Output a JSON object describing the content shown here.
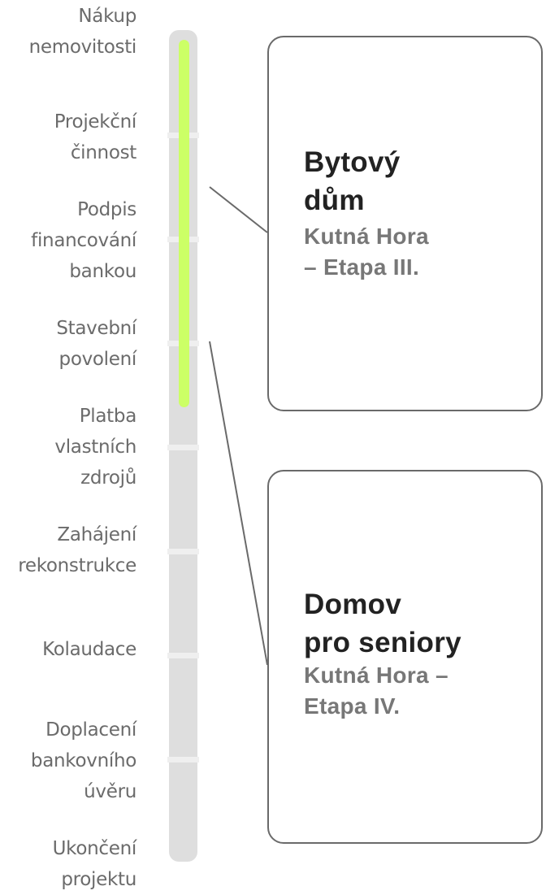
{
  "timeline": {
    "milestones": [
      {
        "label": "Nákup\nnemovitosti"
      },
      {
        "label": "Projekční\nčinnost"
      },
      {
        "label": "Podpis\nfinancování\nbankou"
      },
      {
        "label": "Stavební\npovolení"
      },
      {
        "label": "Platba\nvlastních\nzdrojů"
      },
      {
        "label": "Zahájení\nrekonstrukce"
      },
      {
        "label": "Kolaudace"
      },
      {
        "label": "Doplacení\nbankovního\núvěru"
      },
      {
        "label": "Ukončení\nprojektu"
      }
    ],
    "colors": {
      "track": "#dedede",
      "tick": "#efefef",
      "progress": "#ccff66",
      "label": "#6b6b6b"
    }
  },
  "cards": [
    {
      "title": "Bytový\ndům",
      "subtitle": "Kutná Hora\n– Etapa III."
    },
    {
      "title": "Domov\npro seniory",
      "subtitle": "Kutná Hora –\nEtapa IV."
    }
  ],
  "colors": {
    "card_border": "#6a6a6a",
    "title": "#222222",
    "subtitle": "#777777",
    "connector": "#6a6a6a"
  }
}
